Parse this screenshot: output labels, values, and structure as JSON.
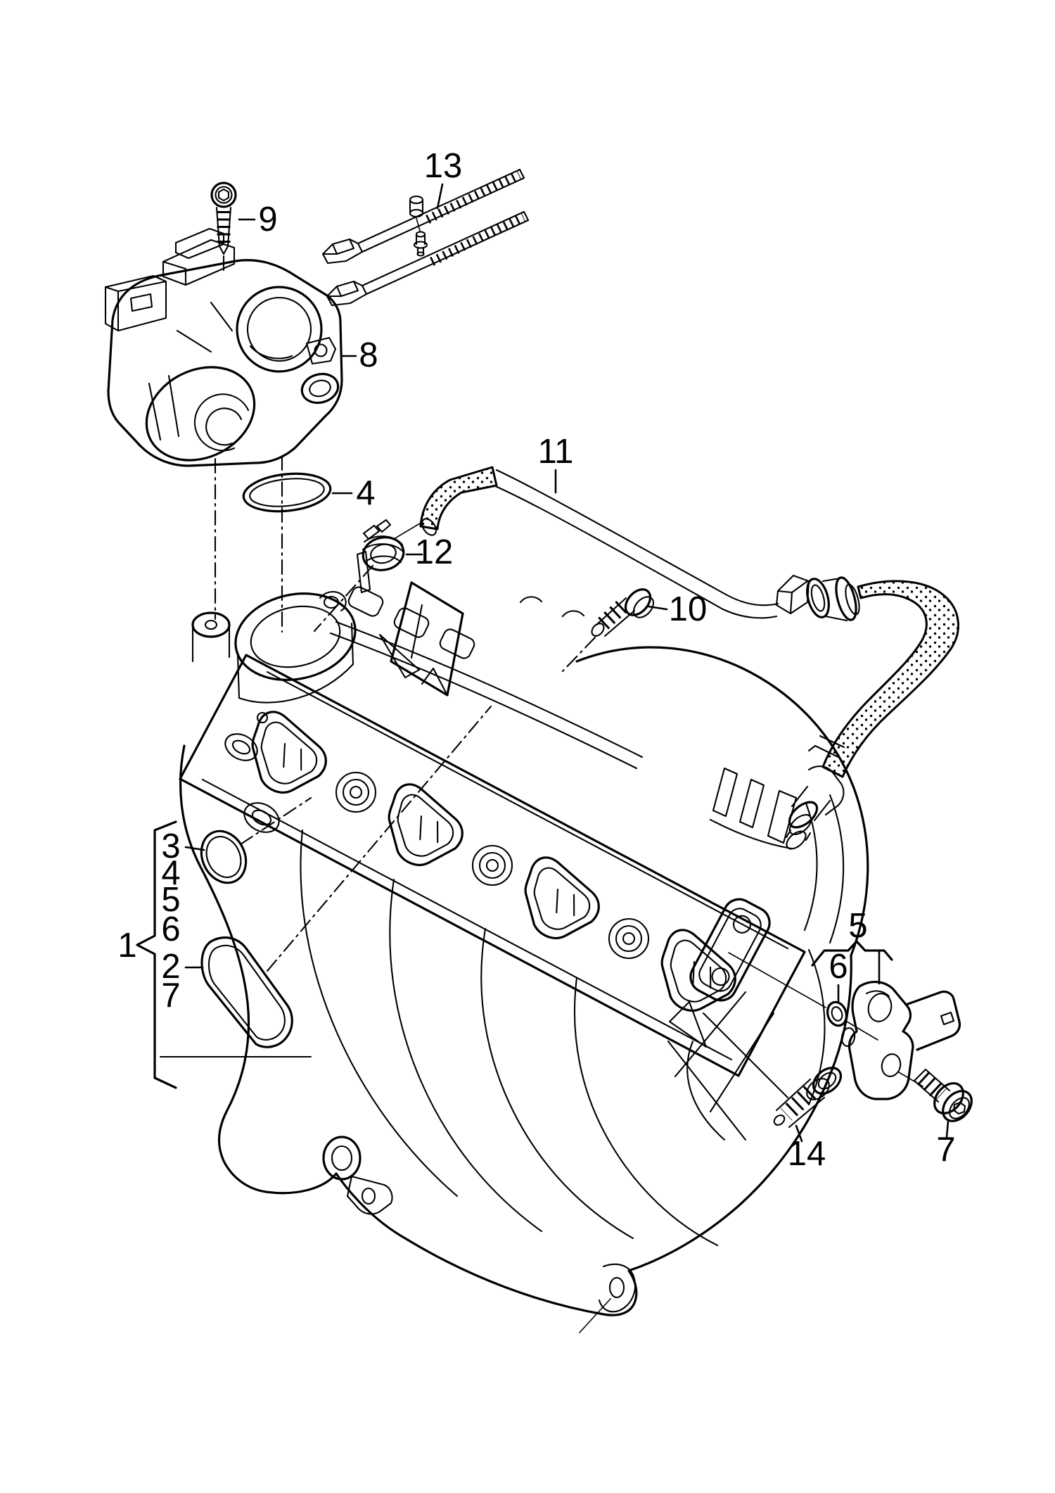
{
  "meta": {
    "diagram_type": "exploded-parts-line-drawing",
    "subject": "intake manifold with throttle valve, hoses and sensor",
    "paper_color": "#ffffff",
    "ink_color": "#000000"
  },
  "callouts": {
    "c13": "13",
    "c9": "9",
    "c8": "8",
    "c4_top": "4",
    "c11": "11",
    "c12": "12",
    "c10": "10",
    "c1": "1",
    "c3": "3",
    "c4_left": "4",
    "c5_left": "5",
    "c6_left": "6",
    "c2": "2",
    "c7_left": "7",
    "c5_right": "5",
    "c6_right": "6",
    "c7_right": "7",
    "c14": "14"
  }
}
